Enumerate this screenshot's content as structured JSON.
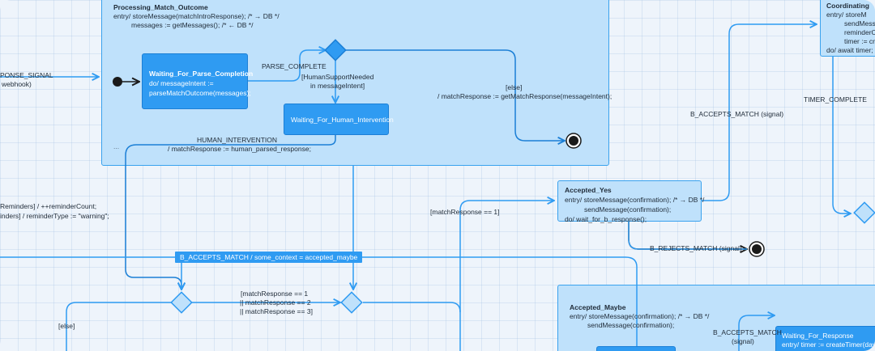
{
  "processing": {
    "title": "Processing_Match_Outcome",
    "entry_line1": "entry/ storeMessage(matchIntroResponse); /* → DB */",
    "entry_line2": "messages := getMessages(); /* ← DB */",
    "dots": "..."
  },
  "waiting_parse": {
    "title": "Waiting_For_Parse_Completion",
    "line1": "do/ messageIntent :=",
    "line2": "parseMatchOutcome(messages);"
  },
  "waiting_human": {
    "title": "Waiting_For_Human_Intervention"
  },
  "coordinating": {
    "title": "Coordinating",
    "line1": "entry/ storeM",
    "line2": "sendMessa",
    "line3": "reminderCo",
    "line4": "timer := cre",
    "line5": "do/ await timer;"
  },
  "accepted_yes": {
    "title": "Accepted_Yes",
    "line1": "entry/ storeMessage(confirmation); /* → DB */",
    "line2": "sendMessage(confirmation);",
    "line3": "do/ wait_for_b_response();"
  },
  "accepted_maybe": {
    "title": "Accepted_Maybe",
    "line1": "entry/ storeMessage(confirmation); /* → DB */",
    "line2": "sendMessage(confirmation);"
  },
  "waiting_response": {
    "title": "Waiting_For_Response",
    "line1": "entry/ timer := createTimer(days"
  },
  "labels": {
    "response_signal_1": "PONSE_SIGNAL",
    "response_signal_2": "webhook)",
    "parse_complete": "PARSE_COMPLETE",
    "human_support_1": "[HumanSupportNeeded",
    "human_support_2": "in messageIntent]",
    "else_top": "[else]",
    "get_match_response": "/ matchResponse := getMatchResponse(messageIntent);",
    "human_intervention_1": "HUMAN_INTERVENTION",
    "human_intervention_2": "/ matchResponse := human_parsed_response;",
    "b_accepts_match_signal": "B_ACCEPTS_MATCH (signal)",
    "timer_complete": "TIMER_COMPLETE",
    "reminders_1": "Reminders] / ++reminderCount;",
    "reminders_2": "inders] / reminderType := \"warning\";",
    "match_response_1": "[matchResponse == 1]",
    "b_accepts_maybe": "B_ACCEPTS_MATCH / some_context = accepted_maybe",
    "b_rejects_match": "B_REJECTS_MATCH (signal)",
    "mr_1": "[matchResponse == 1",
    "mr_2": "|| matchResponse == 2",
    "mr_3": "|| matchResponse == 3]",
    "else_bottom": "[else]",
    "b_accepts_match_1": "B_ACCEPTS_MATCH",
    "b_accepts_match_2": "(signal)"
  },
  "colors": {
    "wire": "#2f9bf2",
    "state_fill": "#bfe1fb",
    "state_border": "#3aa2ee",
    "active_fill": "#2f9bf2",
    "final_node": "#1a1a1a"
  }
}
